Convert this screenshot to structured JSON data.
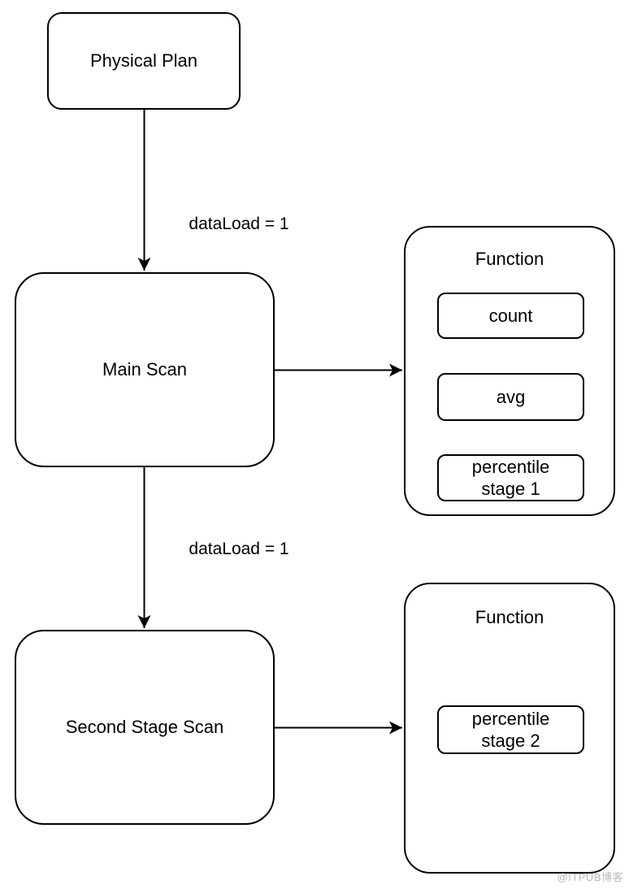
{
  "diagram": {
    "nodes": {
      "physical_plan": {
        "label": "Physical Plan"
      },
      "main_scan": {
        "label": "Main Scan"
      },
      "second_stage_scan": {
        "label": "Second Stage Scan"
      }
    },
    "edges": {
      "physical_to_main": {
        "label": "dataLoad = 1"
      },
      "main_to_second": {
        "label": "dataLoad = 1"
      },
      "main_to_function1": {
        "label": ""
      },
      "second_to_function2": {
        "label": ""
      }
    },
    "panels": [
      {
        "title": "Function",
        "items": [
          "count",
          "avg",
          "percentile\nstage 1"
        ]
      },
      {
        "title": "Function",
        "items": [
          "percentile\nstage 2"
        ]
      }
    ],
    "watermark": "@ITPUB博客",
    "colors": {
      "stroke": "#000000",
      "fill": "#ffffff",
      "watermark": "#b9b9b9"
    }
  }
}
